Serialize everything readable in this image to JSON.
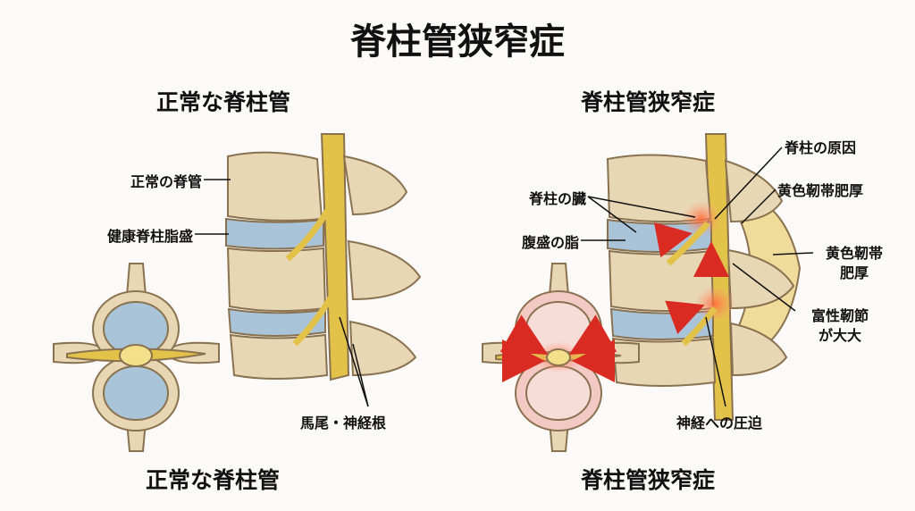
{
  "title": "脊柱管狭窄症",
  "normal": {
    "heading": "正常な脊柱管",
    "caption": "正常な脊柱管",
    "labels": {
      "canal": "正常の脊管",
      "disc": "健康脊柱脂盛",
      "nerve": "馬尾・神経根"
    }
  },
  "stenosis": {
    "heading": "脊柱管狭窄症",
    "caption": "脊柱管狭窄症",
    "labels": {
      "bulge": "脊柱の臓",
      "disc_fat": "腹盛の脂",
      "cause": "脊柱の原因",
      "ligament_a": "黄色靭帯肥厚",
      "ligament_b1": "黄色靭帯",
      "ligament_b2": "肥厚",
      "facet1": "富性靭節",
      "facet2": "が大大",
      "compression": "神経への圧迫"
    }
  },
  "colors": {
    "bone": "#e8d7b4",
    "bone_edge": "#8a7250",
    "disc": "#a9c4d8",
    "nerve": "#e3c24a",
    "arrow": "#d92b22",
    "inflame": "#f2a08a",
    "ligament": "#f0dc9a"
  }
}
